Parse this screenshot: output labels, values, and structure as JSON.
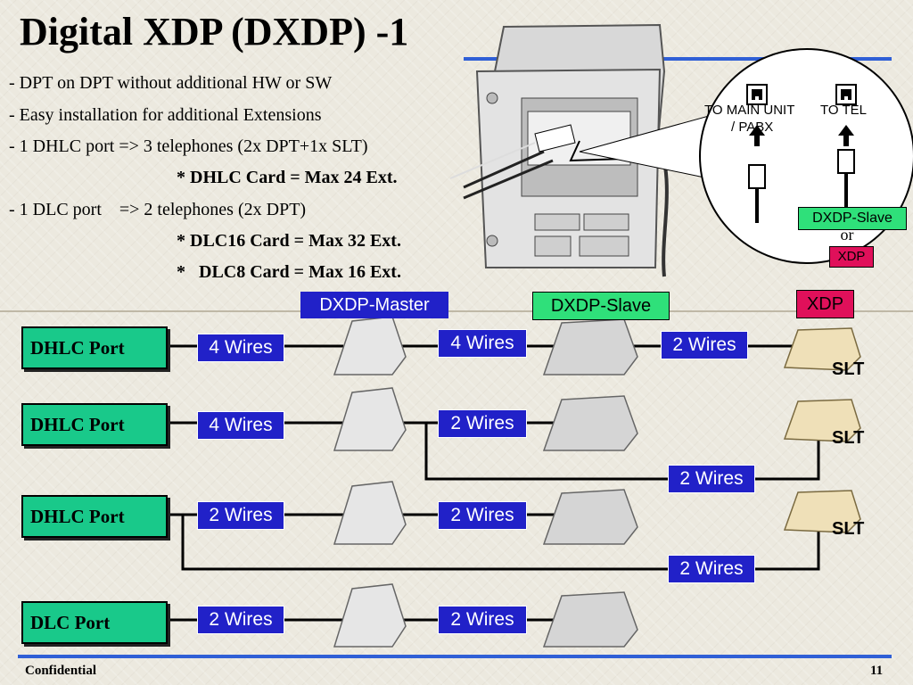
{
  "slide": {
    "title": "Digital XDP (DXDP) -1",
    "bullets": [
      "- DPT on DPT without additional HW or SW",
      "- Easy installation for additional Extensions",
      "- 1 DHLC port => 3 telephones (2x DPT+1x SLT)",
      "* DHLC Card = Max 24 Ext.",
      "- 1 DLC port    => 2 telephones (2x DPT)",
      "* DLC16 Card = Max 32 Ext.",
      "*   DLC8 Card = Max 16 Ext."
    ],
    "footer_left": "Confidential",
    "footer_right": "11"
  },
  "inset": {
    "to_main": "TO MAIN UNIT",
    "pabx": "/ PABX",
    "to_tel": "TO TEL",
    "slave_tag": "DXDP-Slave",
    "or": "or",
    "xdp_tag": "XDP"
  },
  "columns": {
    "master": "DXDP-Master",
    "slave": "DXDP-Slave",
    "xdp": "XDP"
  },
  "rows": [
    {
      "port": "DHLC Port",
      "w1": "4 Wires",
      "w2": "4 Wires",
      "w3": "2 Wires",
      "slt": "SLT"
    },
    {
      "port": "DHLC Port",
      "w1": "4 Wires",
      "w2": "2 Wires",
      "w3": "2 Wires",
      "slt": "SLT"
    },
    {
      "port": "DHLC Port",
      "w1": "2 Wires",
      "w2": "2 Wires",
      "w3": "2 Wires",
      "slt": "SLT"
    },
    {
      "port": "DLC Port",
      "w1": "2 Wires",
      "w2": "2 Wires"
    }
  ],
  "colors": {
    "port_green": "#19c98a",
    "wire_blue": "#2121c8",
    "master_blue": "#2121c8",
    "slave_green": "#2fe07a",
    "xdp_red": "#e0105a",
    "rule_blue": "#2f5fd6"
  }
}
